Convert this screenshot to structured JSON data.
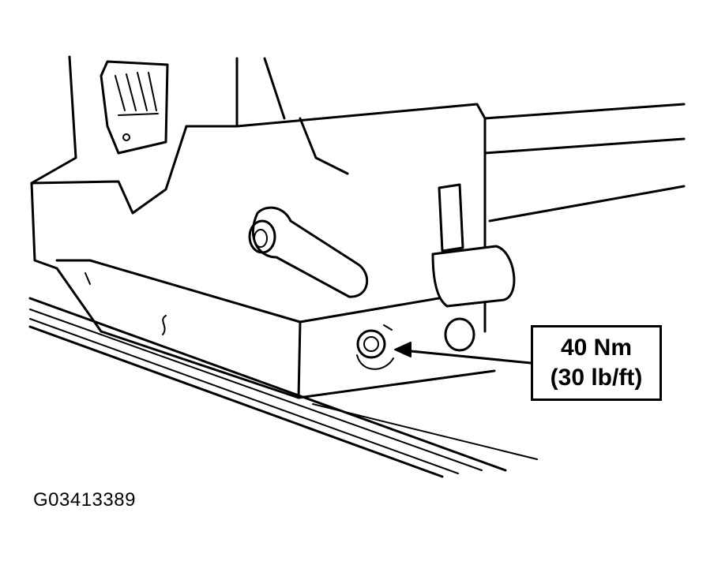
{
  "callout": {
    "torque_metric": "40 Nm",
    "torque_imperial": "(30 lb/ft)"
  },
  "figure_id": "G03413389"
}
